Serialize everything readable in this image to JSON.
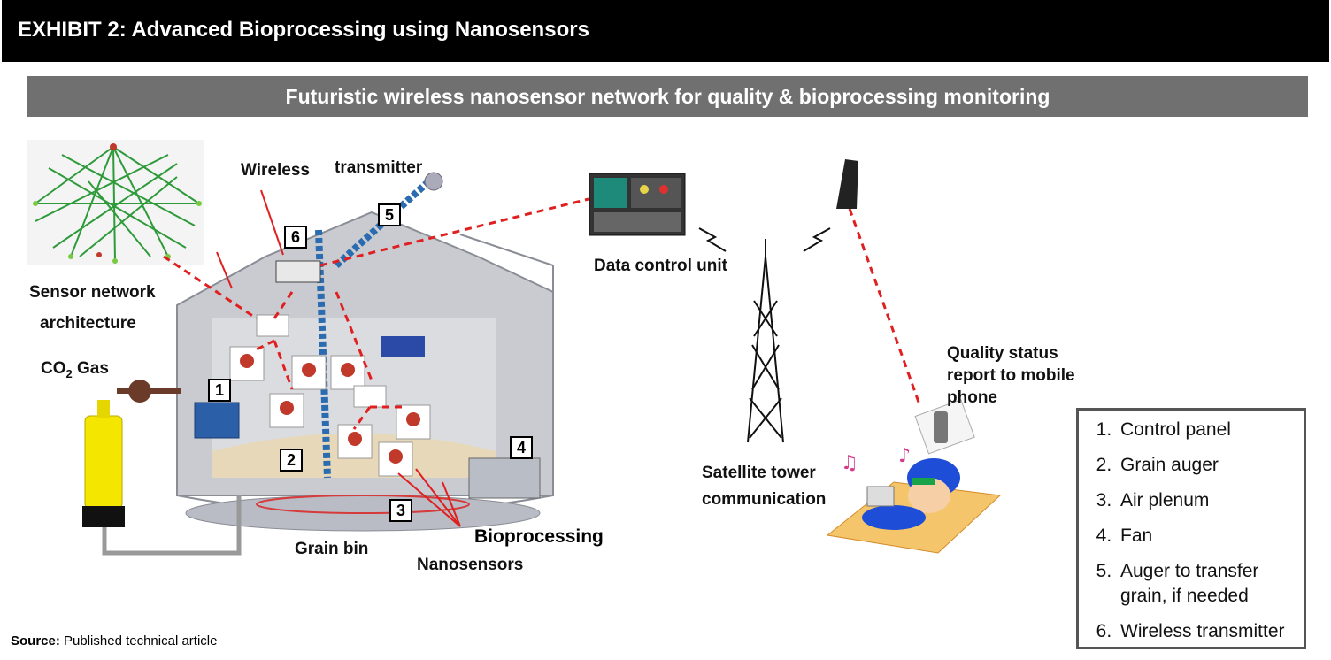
{
  "header": {
    "title": "EXHIBIT 2: Advanced Bioprocessing using Nanosensors"
  },
  "subtitle": "Futuristic wireless nanosensor network for quality & bioprocessing monitoring",
  "labels": {
    "sensor_network_1": "Sensor network",
    "sensor_network_2": "architecture",
    "co2": "CO",
    "co2_sub": "2",
    "co2_tail": " Gas",
    "wireless": "Wireless",
    "transmitter": "transmitter",
    "data_control": "Data control unit",
    "quality_1": "Quality status",
    "quality_2": "report to mobile",
    "quality_3": "phone",
    "satellite_1": "Satellite tower",
    "satellite_2": "communication",
    "grain_bin": "Grain bin",
    "bioprocessing": "Bioprocessing",
    "nanosensors": "Nanosensors"
  },
  "num_boxes": [
    "1",
    "2",
    "3",
    "4",
    "5",
    "6"
  ],
  "legend": [
    "Control panel",
    "Grain auger",
    "Air plenum",
    "Fan",
    "Auger to transfer grain, if needed",
    "Wireless transmitter"
  ],
  "source": {
    "label": "Source:",
    "text": " Published technical article"
  }
}
